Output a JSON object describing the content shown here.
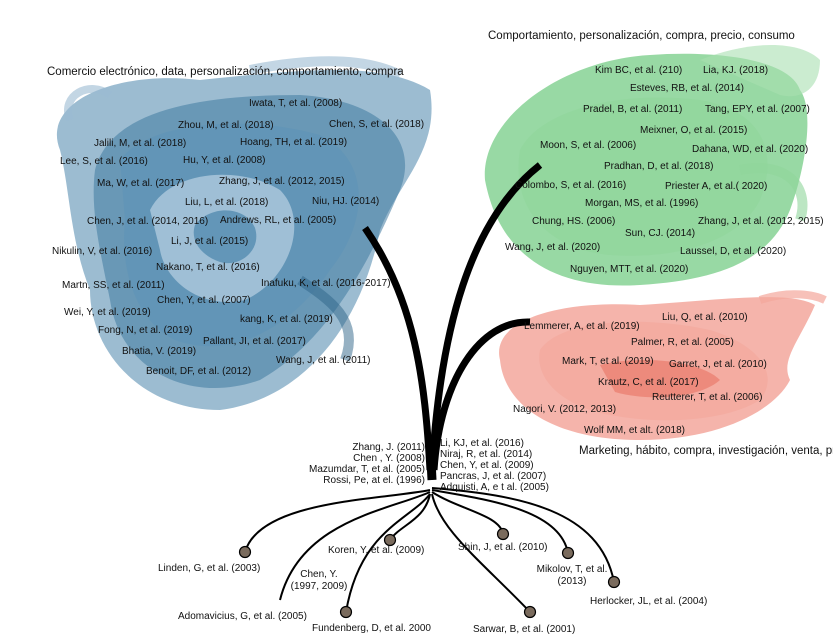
{
  "clusters": {
    "blue": {
      "heading": "Comercio electrónico, data, personalización, comportamiento, compra",
      "color": "#4a85ab",
      "labels": [
        "Iwata, T, et al. (2008)",
        "Zhou, M, et al. (2018)",
        "Chen, S, et al. (2018)",
        "Jalili, M, et al. (2018)",
        "Hoang, TH, et al. (2019)",
        "Lee, S, et al. (2016)",
        "Hu, Y, et al. (2008)",
        "Ma, W, et al. (2017)",
        "Zhang, J, et al. (2012, 2015)",
        "Liu, L, et al. (2018)",
        "Niu, HJ. (2014)",
        "Chen, J, et al. (2014, 2016)",
        "Andrews, RL, et al. (2005)",
        "Li, J, et al. (2015)",
        "Nikulin, V, et al. (2016)",
        "Nakano, T, et al. (2016)",
        "Martn, SS, et al. (2011)",
        "Inafuku, K, et al. (2016-2017)",
        "Chen, Y, et al. (2007)",
        "Wei, Y, et al. (2019)",
        "kang, K, et al. (2019)",
        "Fong, N, et al. (2019)",
        "Pallant, JI, et al. (2017)",
        "Bhatia, V. (2019)",
        "Wang, J, et al. (2011)",
        "Benoit, DF, et al. (2012)"
      ]
    },
    "green": {
      "heading": "Comportamiento, personalización, compra, precio, consumo",
      "color": "#6cc97d",
      "labels": [
        "Kim BC, et al. (210)",
        "Lia, KJ. (2018)",
        "Esteves, RB, et al. (2014)",
        "Pradel, B, et al. (2011)",
        "Tang, EPY, et al. (2007)",
        "Meixner, O, et al. (2015)",
        "Moon, S, et al. (2006)",
        "Dahana, WD, et al. (2020)",
        "Pradhan, D, et al. (2018)",
        "Colombo, S, et al. (2016)",
        "Priester A, et al.( 2020)",
        "Morgan, MS, et al. (1996)",
        "Chung, HS. (2006)",
        "Zhang, J, et al. (2012, 2015)",
        "Sun, CJ. (2014)",
        "Wang, J, et al. (2020)",
        "Laussel, D, et al. (2020)",
        "Nguyen, MTT, et al. (2020)"
      ]
    },
    "red": {
      "heading": "Marketing, hábito, compra, investigación, venta, precio",
      "color": "#f08c7e",
      "labels": [
        "Liu, Q, et al. (2010)",
        "Lemmerer, A, et al. (2019)",
        "Palmer, R, et al. (2005)",
        "Mark, T, et al. (2019)",
        "Garret, J, et al. (2010)",
        "Krautz, C, et al. (2017)",
        "Reutterer, T, et al. (2006)",
        "Nagori, V. (2012, 2013)",
        "Wolf MM, et alt. (2018)"
      ]
    }
  },
  "trunk": {
    "left": [
      "Zhang, J. (2011)",
      "Chen , Y. (2008)",
      "Mazumdar, T, et al. (2005)",
      "Rossi, Pe, at el. (1996)"
    ],
    "right": [
      "Li, KJ, et al. (2016)",
      "Niraj, R, et al. (2014)",
      "Chen, Y, et al. (2009)",
      "Pancras, J, et al. (2007)",
      "Adquisti, A, e t al. (2005)"
    ]
  },
  "roots": [
    "Linden, G, et al. (2003)",
    "Adomavicius, G, et al. (2005)",
    "Chen, Y.",
    "(1997, 2009)",
    "Koren, Y, et al. (2009)",
    "Fundenberg, D, et al. 2000",
    "Shin, J, et al. (2010)",
    "Sarwar, B, et al. (2001)",
    "Mikolov, T, et al.",
    "(2013)",
    "Herlocker, JL, et al. (2004)"
  ],
  "colors": {
    "trunk": "#000000",
    "root_node": "#7a6b5d"
  }
}
